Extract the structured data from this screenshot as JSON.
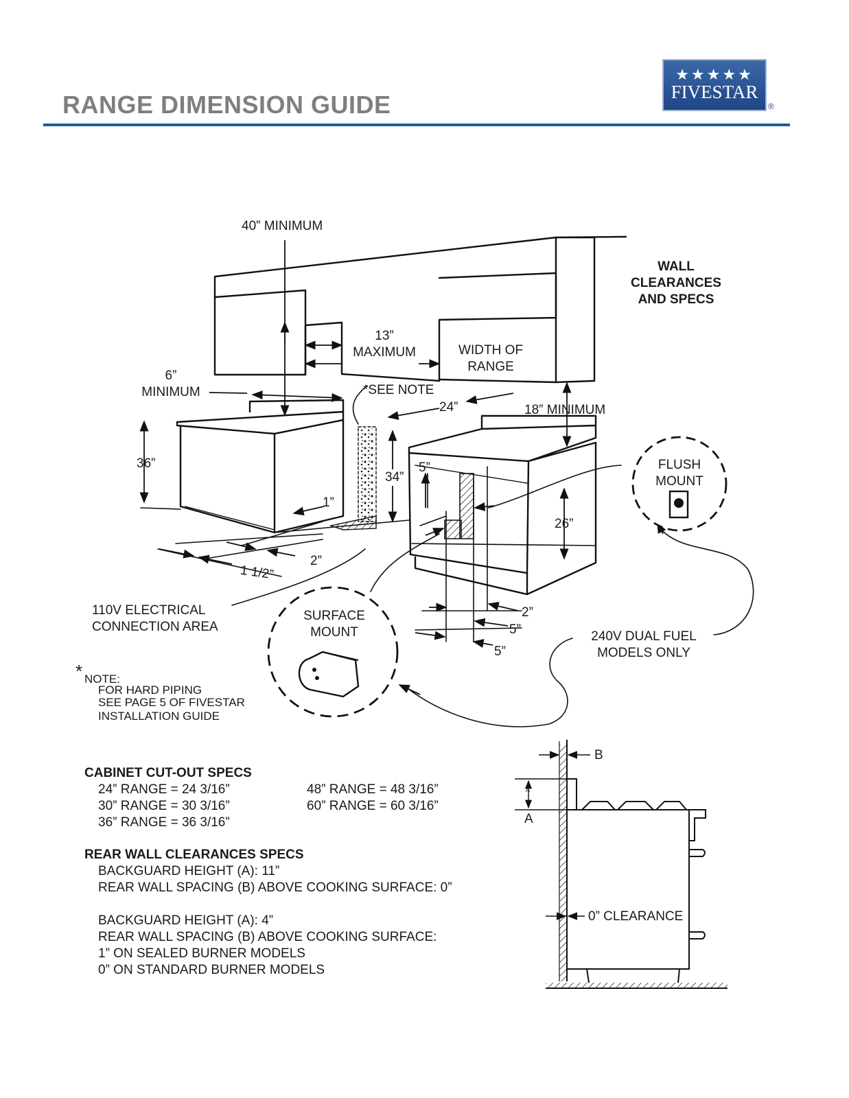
{
  "header": {
    "title": "RANGE DIMENSION GUIDE",
    "logo_stars": "★★★★★",
    "logo_brand": "FIVESTAR",
    "logo_mark": "®",
    "accent_color": "#1c5c9e",
    "title_color": "#7f7f7f"
  },
  "diagram": {
    "labels": {
      "min40": "40” MINIMUM",
      "wall_title_1": "WALL",
      "wall_title_2": "CLEARANCES",
      "wall_title_3": "AND SPECS",
      "max13_a": "13”",
      "max13_b": "MAXIMUM",
      "width_a": "WIDTH OF",
      "width_b": "RANGE",
      "min6_a": "6”",
      "min6_b": "MINIMUM",
      "see_note": "*SEE NOTE",
      "d24": "24”",
      "min18": "18” MINIMUM",
      "d36": "36”",
      "d34": "34”",
      "d5a": "5”",
      "d1": "1”",
      "d26": "26”",
      "flush_a": "FLUSH",
      "flush_b": "MOUNT",
      "d2a": "2”",
      "d1half": "1 1/2”",
      "elec_a": "110V ELECTRICAL",
      "elec_b": "CONNECTION AREA",
      "surface_a": "SURFACE",
      "surface_b": "MOUNT",
      "d2b": "2”",
      "d5b": "5”",
      "d5c": "5”",
      "dual_a": "240V DUAL FUEL",
      "dual_b": "MODELS ONLY",
      "note_star": "*",
      "note_1": "NOTE:",
      "note_2": "FOR HARD PIPING",
      "note_3": "SEE PAGE 5 OF FIVESTAR",
      "note_4": "INSTALLATION GUIDE"
    }
  },
  "side_view": {
    "label_b": "B",
    "label_a_small": "A",
    "label_a": "A",
    "clearance": "0” CLEARANCE"
  },
  "cabinet_specs": {
    "heading": "CABINET CUT-OUT SPECS",
    "col1": [
      "24” RANGE = 24 3/16”",
      "30” RANGE = 30 3/16”",
      "36” RANGE = 36 3/16”"
    ],
    "col2": [
      "48” RANGE = 48 3/16”",
      "60” RANGE = 60 3/16”"
    ]
  },
  "rear_wall_specs": {
    "heading": "REAR WALL CLEARANCES SPECS",
    "group1": [
      "BACKGUARD HEIGHT (A):  11”",
      "REAR WALL SPACING (B) ABOVE COOKING SURFACE:  0”"
    ],
    "group2": [
      "BACKGUARD HEIGHT (A):  4”",
      "REAR WALL SPACING (B) ABOVE COOKING SURFACE:",
      "1” ON SEALED BURNER MODELS",
      "0” ON STANDARD BURNER MODELS"
    ]
  }
}
